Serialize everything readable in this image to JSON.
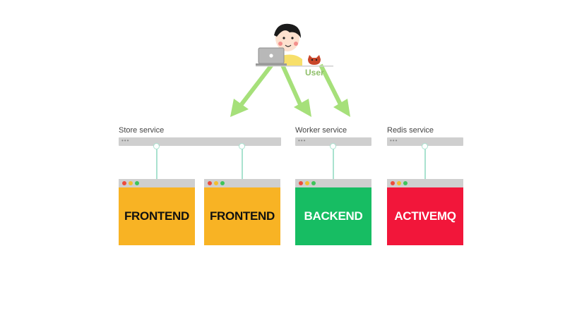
{
  "user": {
    "label": "User",
    "icon": "developer-with-laptop-icon"
  },
  "services": [
    {
      "label": "Store service"
    },
    {
      "label": "Worker service"
    },
    {
      "label": "Redis service"
    }
  ],
  "containers": [
    {
      "label": "FRONTEND",
      "color": "#f8b324",
      "text_color": "#111111"
    },
    {
      "label": "FRONTEND",
      "color": "#f8b324",
      "text_color": "#111111"
    },
    {
      "label": "BACKEND",
      "color": "#17bd63",
      "text_color": "#ffffff"
    },
    {
      "label": "ACTIVEMQ",
      "color": "#f2163a",
      "text_color": "#ffffff"
    }
  ],
  "colors": {
    "arrow": "#a6e07a",
    "connector": "#a9e2cf",
    "bar": "#cfcfcf"
  }
}
